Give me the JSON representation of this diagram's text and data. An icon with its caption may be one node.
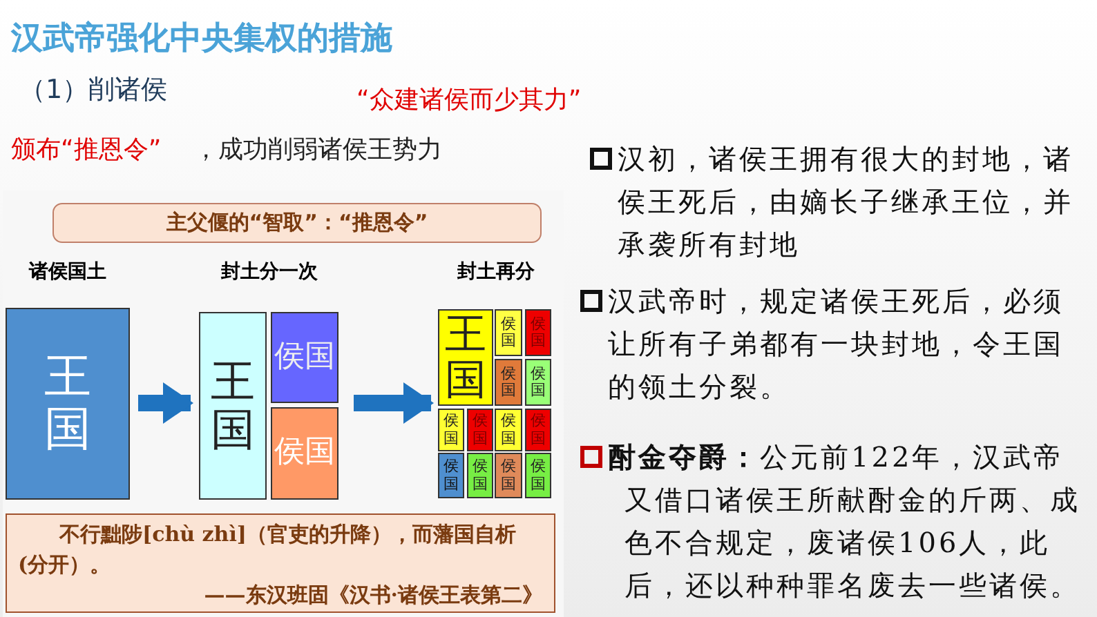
{
  "diagram": {
    "title": "汉武帝强化中央集权的措施",
    "nodes": [
      {
        "text": [
          "主父偃的“智取”：“推恩令”"
        ]
      },
      {
        "text": [
          "诸侯国土",
          "王国"
        ]
      },
      {
        "text": [
          "封土分一次"
        ]
      },
      {
        "text": [
          "王国"
        ],
        "in": 2
      },
      {
        "text": [
          "侯国"
        ],
        "in": 2
      },
      {
        "text": [
          "侯国"
        ],
        "in": 2
      },
      {
        "text": [
          "封土再分"
        ]
      },
      {
        "text": [
          "王国"
        ],
        "in": 6
      },
      {
        "text": [
          "侯国"
        ],
        "in": 6
      },
      {
        "text": [
          "侯国"
        ],
        "in": 6
      },
      {
        "text": [
          "侯国"
        ],
        "in": 6
      },
      {
        "text": [
          "侯国"
        ],
        "in": 6
      },
      {
        "text": [
          "侯国"
        ],
        "in": 6
      },
      {
        "text": [
          "侯国"
        ],
        "in": 6
      },
      {
        "text": [
          "侯国"
        ],
        "in": 6
      },
      {
        "text": [
          "侯国"
        ],
        "in": 6
      },
      {
        "text": [
          "侯国"
        ],
        "in": 6
      },
      {
        "text": [
          "侯国"
        ],
        "in": 6
      },
      {
        "text": [
          "侯国"
        ],
        "in": 6
      },
      {
        "text": [
          "侯国"
        ],
        "in": 6
      },
      {
        "text": [
          "不行黜陟[chù zhì]（官吏的升降），而藩国自析(分开）。",
          "——东汉班固《汉书·诸侯王表第二》"
        ]
      }
    ],
    "edges": [
      {
        "from": 1,
        "to": 2,
        "arrow": "to"
      },
      {
        "from": 2,
        "to": 6,
        "arrow": "to"
      }
    ],
    "labels": [
      "（1）削诸侯",
      "“众建诸侯而少其力”",
      "颁布“推恩令”",
      "，成功削弱诸侯王势力",
      "汉初，诸侯王拥有很大的封地，诸侯王死后，由嫡长子继承王位，并承袭所有封地",
      "汉武帝时，规定诸侯王死后，必须让所有子弟都有一块封地，令王国的领土分裂。",
      "**酎金夺爵：**公元前122年，汉武帝又借口诸侯王所献酎金的斤两、成色不合规定，废诸侯106人，此后，还以种种罪名废去一些诸侯。"
    ]
  }
}
